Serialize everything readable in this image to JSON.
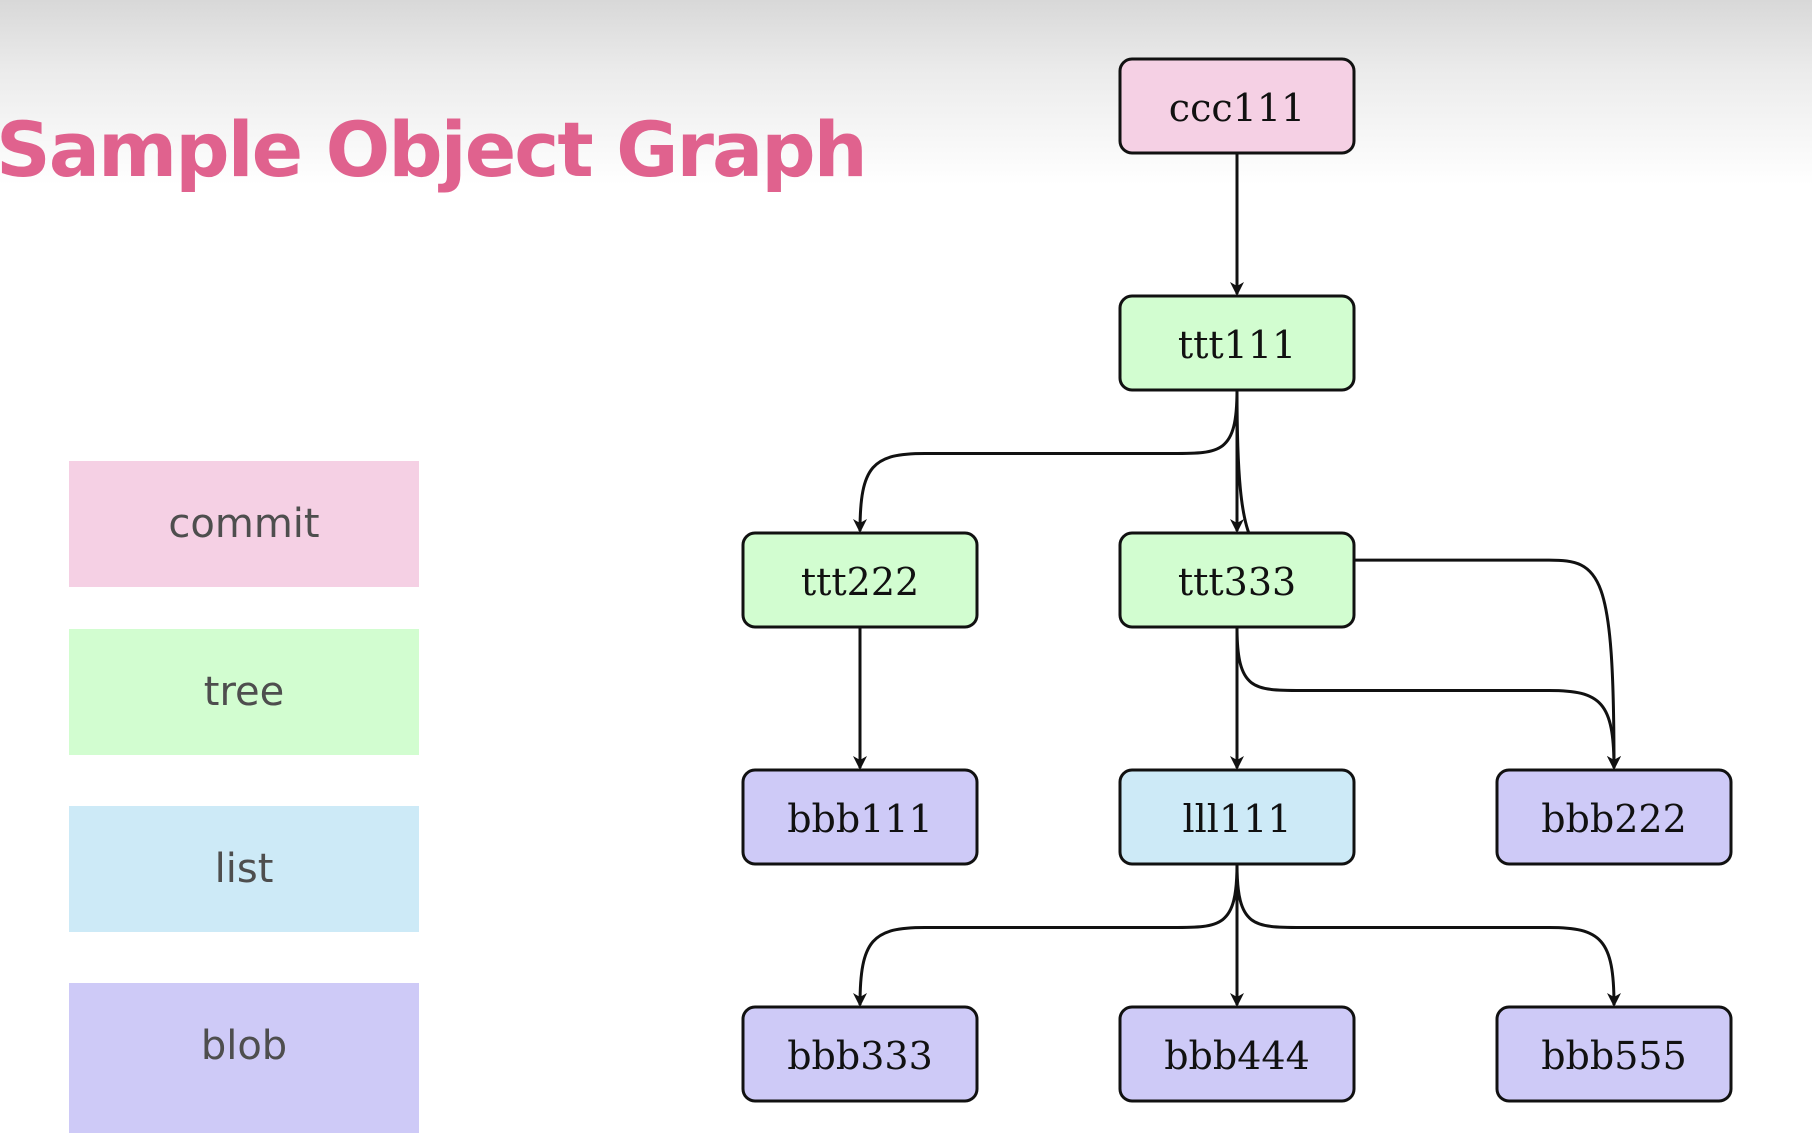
{
  "title": "Sample Object Graph",
  "colors": {
    "title": "#e0628e",
    "commit": "#f5d0e4",
    "tree": "#d2fdd0",
    "list": "#cdeaf7",
    "blob": "#cecaf7",
    "edge": "#111111"
  },
  "legend": [
    {
      "key": "commit",
      "label": "commit"
    },
    {
      "key": "tree",
      "label": "tree"
    },
    {
      "key": "list",
      "label": "list"
    },
    {
      "key": "blob",
      "label": "blob"
    }
  ],
  "nodes": [
    {
      "id": "ccc111",
      "label": "ccc111",
      "kind": "commit"
    },
    {
      "id": "ttt111",
      "label": "ttt111",
      "kind": "tree"
    },
    {
      "id": "ttt222",
      "label": "ttt222",
      "kind": "tree"
    },
    {
      "id": "ttt333",
      "label": "ttt333",
      "kind": "tree"
    },
    {
      "id": "bbb111",
      "label": "bbb111",
      "kind": "blob"
    },
    {
      "id": "lll111",
      "label": "lll111",
      "kind": "list"
    },
    {
      "id": "bbb222",
      "label": "bbb222",
      "kind": "blob"
    },
    {
      "id": "bbb333",
      "label": "bbb333",
      "kind": "blob"
    },
    {
      "id": "bbb444",
      "label": "bbb444",
      "kind": "blob"
    },
    {
      "id": "bbb555",
      "label": "bbb555",
      "kind": "blob"
    }
  ],
  "edges": [
    {
      "from": "ccc111",
      "to": "ttt111"
    },
    {
      "from": "ttt111",
      "to": "ttt222"
    },
    {
      "from": "ttt111",
      "to": "ttt333"
    },
    {
      "from": "ttt111",
      "to": "bbb222"
    },
    {
      "from": "ttt222",
      "to": "bbb111"
    },
    {
      "from": "ttt333",
      "to": "lll111"
    },
    {
      "from": "ttt333",
      "to": "bbb222"
    },
    {
      "from": "lll111",
      "to": "bbb333"
    },
    {
      "from": "lll111",
      "to": "bbb444"
    },
    {
      "from": "lll111",
      "to": "bbb555"
    }
  ]
}
